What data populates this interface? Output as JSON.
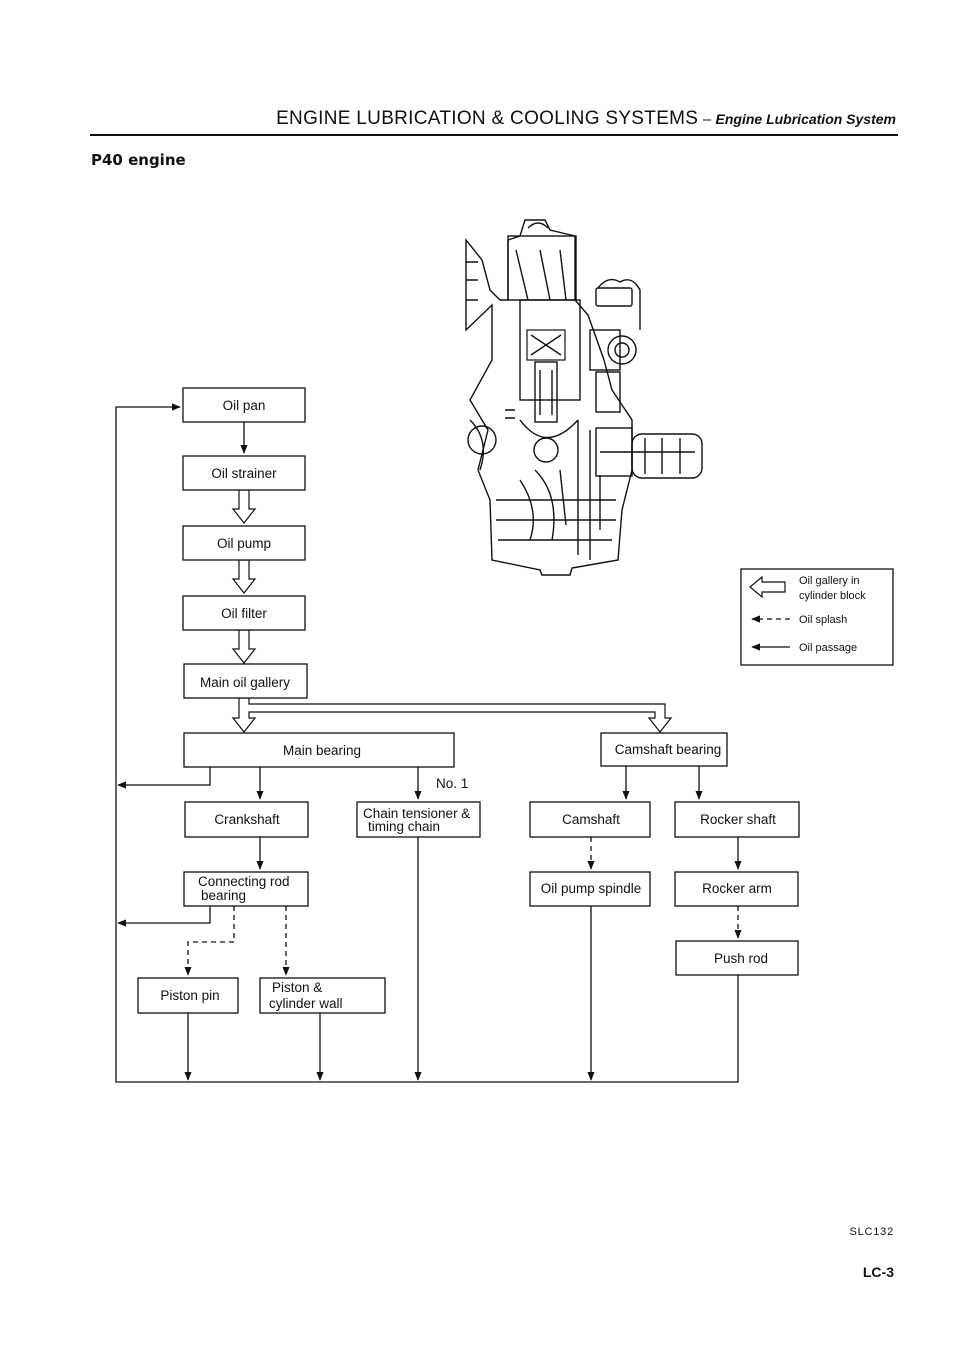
{
  "header": {
    "title": "ENGINE LUBRICATION & COOLING SYSTEMS",
    "separator": "–",
    "subtitle": "Engine Lubrication System"
  },
  "section_title": "P40 engine",
  "legend": {
    "gallery": "Oil gallery in",
    "gallery_2": "cylinder block",
    "splash": "Oil splash",
    "passage": "Oil passage"
  },
  "nodes": {
    "oil_pan": "Oil pan",
    "oil_strainer": "Oil strainer",
    "oil_pump": "Oil pump",
    "oil_filter": "Oil filter",
    "main_oil_gallery": "Main oil gallery",
    "main_bearing": "Main bearing",
    "camshaft_bearing": "Camshaft bearing",
    "crankshaft": "Crankshaft",
    "chain_tensioner_1": "Chain tensioner &",
    "chain_tensioner_2": "timing chain",
    "camshaft": "Camshaft",
    "rocker_shaft": "Rocker shaft",
    "connecting_rod_1": "Connecting rod",
    "connecting_rod_2": "bearing",
    "oil_pump_spindle": "Oil pump spindle",
    "rocker_arm": "Rocker arm",
    "push_rod": "Push rod",
    "piston_pin": "Piston pin",
    "piston_cyl_1": "Piston &",
    "piston_cyl_2": "cylinder wall"
  },
  "no1_label": "No. 1",
  "figure_code": "SLC132",
  "page_number": "LC-3"
}
